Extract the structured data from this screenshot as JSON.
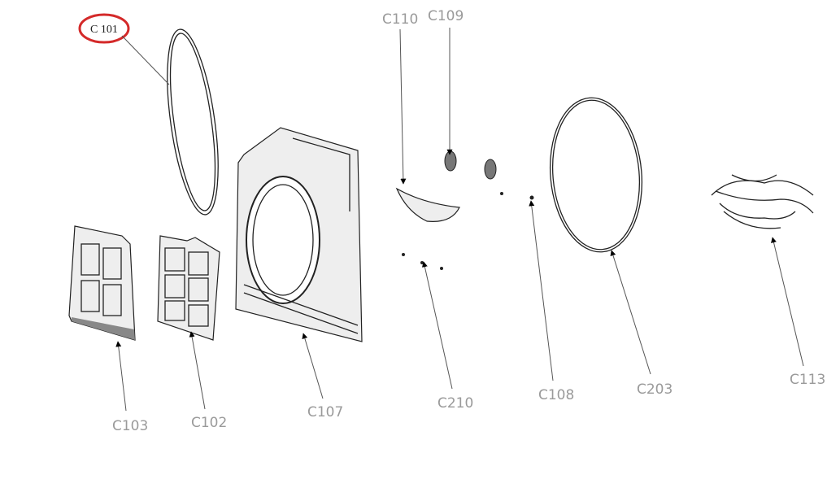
{
  "diagram": {
    "labels": {
      "c101": "C 101",
      "c110": "C110",
      "c109": "C109",
      "c103": "C103",
      "c102": "C102",
      "c107": "C107",
      "c210": "C210",
      "c108": "C108",
      "c203": "C203",
      "c113": "C113"
    },
    "highlight_color": "#d42a2a"
  }
}
